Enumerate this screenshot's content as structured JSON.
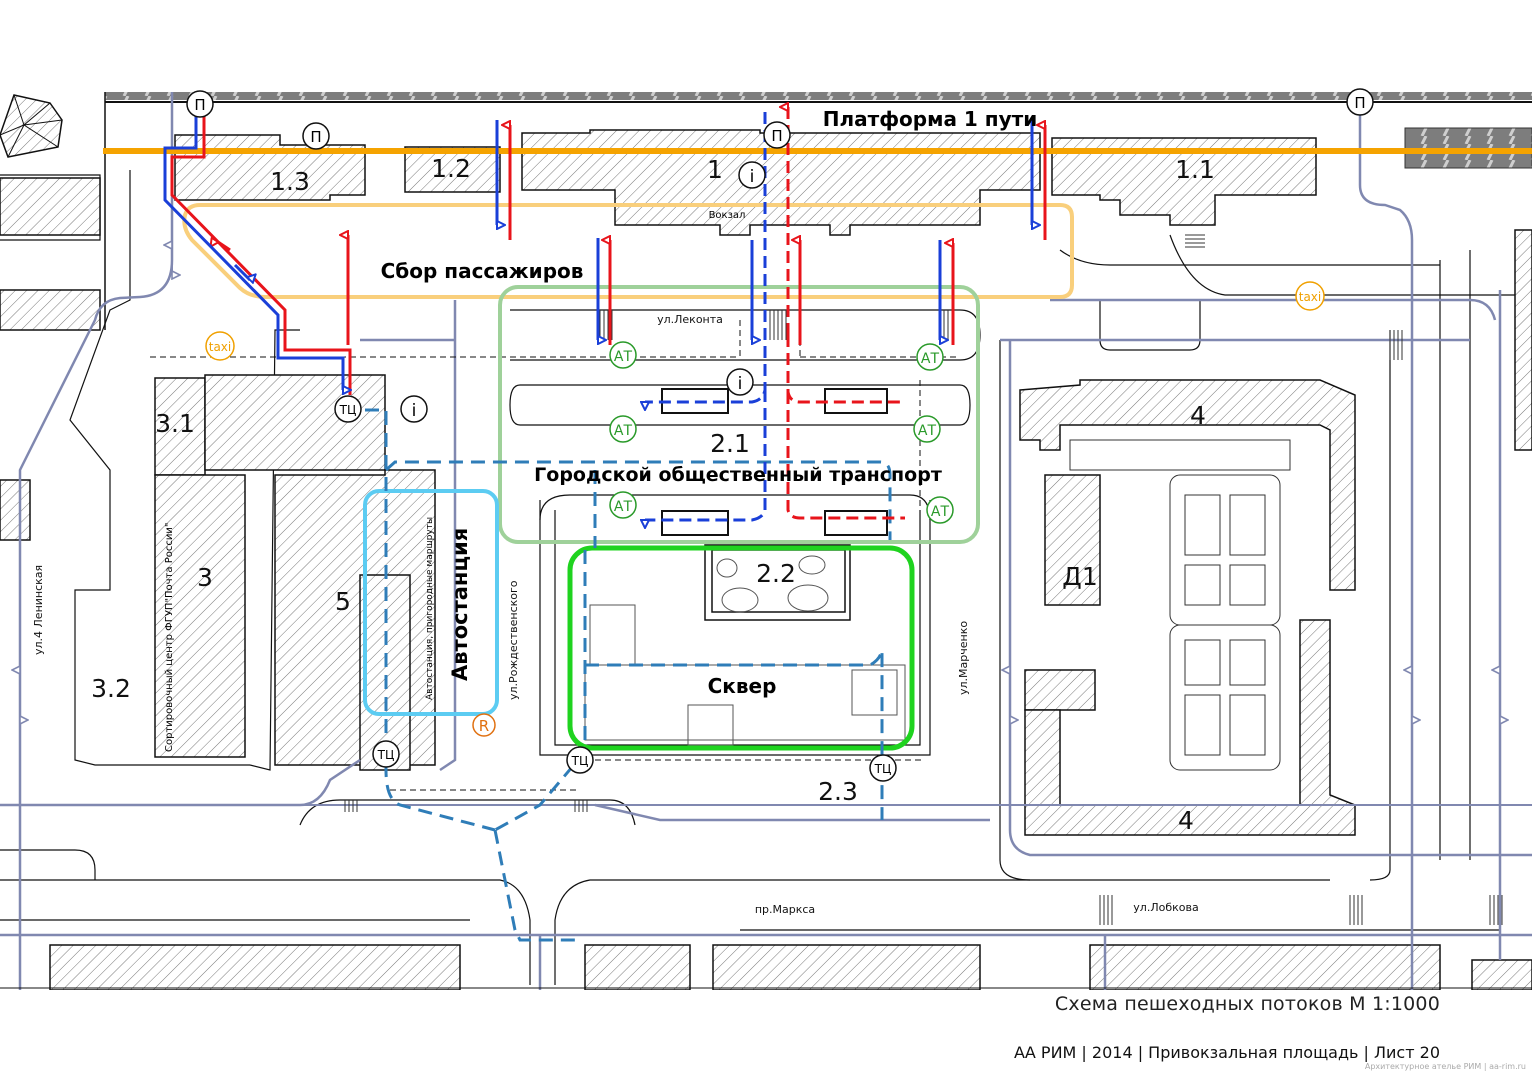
{
  "sheet": {
    "title": "Схема пешеходных потоков  М 1:1000",
    "subtitle": "АА РИМ | 2014 | Привокзальная площадь | Лист 20",
    "credit": "Архитектурное ателье РИМ | aa-rim.ru"
  },
  "zones": {
    "platform": "Платформа 1 пути",
    "pickup": "Сбор пассажиров",
    "transit": "Городской общественный транспорт",
    "bus_station": "Автостанция",
    "bus_station_note": "Автостанция, пригородные маршруты",
    "square": "Сквер",
    "station_small": "Вокзал",
    "postal": "Сортировочный центр ФГУП\"Почта России\""
  },
  "buildings": {
    "b1": "1",
    "b11": "1.1",
    "b12": "1.2",
    "b13": "1.3",
    "b21": "2.1",
    "b22": "2.2",
    "b23": "2.3",
    "b3": "3",
    "b31": "3.1",
    "b32": "3.2",
    "b4a": "4",
    "b4b": "4",
    "b5": "5",
    "d1": "Д1"
  },
  "streets": {
    "lekonta": "ул.Леконта",
    "rozhd": "ул.Рождественского",
    "marchenko": "ул.Марченко",
    "leninskaya": "ул.4 Ленинская",
    "marksa": "пр.Маркса",
    "lobkova": "ул.Лобкова"
  },
  "markers": {
    "underpass": "П",
    "info": "i",
    "bus_stop": "АТ",
    "mall": "ТЦ",
    "taxi": "taxi",
    "ticket": "R"
  },
  "colors": {
    "platform_line": "#f5a300",
    "pickup_zone": "#f9cf7c",
    "transit_zone": "#9fd19a",
    "square_zone": "#1fd31f",
    "bus_zone": "#5cccf2",
    "flow_in": "#e8141b",
    "flow_out": "#1a3fd8",
    "flow_local": "#2f7db8",
    "sidewalk": "#8088b0",
    "bus_marker": "#2a9a2a",
    "taxi_marker": "#f0a000"
  }
}
